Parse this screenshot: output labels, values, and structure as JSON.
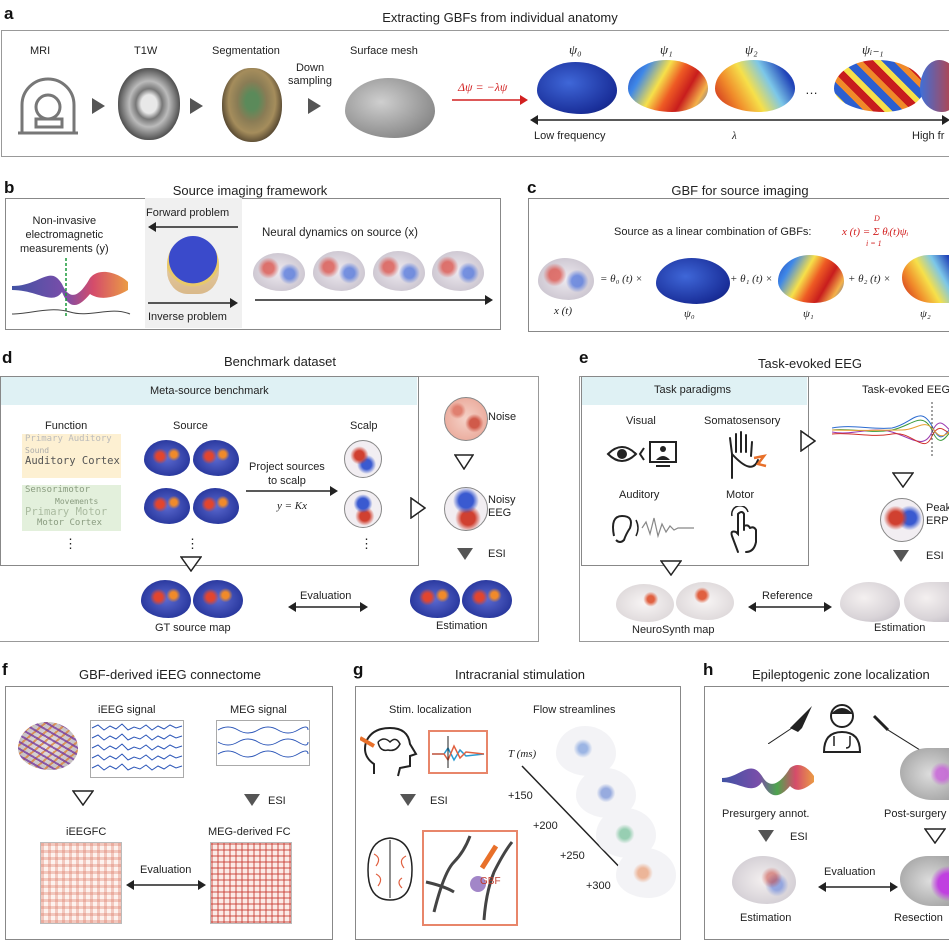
{
  "panel_a": {
    "letter": "a",
    "title": "Extracting GBFs from individual anatomy",
    "mri": "MRI",
    "t1w": "T1W",
    "seg": "Segmentation",
    "down": "Down\nsampling",
    "mesh": "Surface mesh",
    "eq": "Δψ = −λψ",
    "psi0": "ψ₀",
    "psi1": "ψ₁",
    "psi2": "ψ₂",
    "psii": "ψᵢ₋₁",
    "dots": "…",
    "low": "Low frequency",
    "lambda": "λ",
    "high": "High fr"
  },
  "panel_b": {
    "letter": "b",
    "title": "Source imaging framework",
    "meas": "Non-invasive\nelectromagnetic\nmeasurements (y)",
    "fwd": "Forward problem",
    "inv": "Inverse problem",
    "neural": "Neural dynamics on source (x)"
  },
  "panel_c": {
    "letter": "c",
    "title": "GBF for source imaging",
    "desc": "Source as a linear combination of GBFs:",
    "eq": "x (t) = Σ θᵢ(t)ψᵢ",
    "eq_top": "D",
    "eq_bot": "i = 1",
    "xt": "x (t)",
    "t0": "= θ₀ (t) ×",
    "t1": "+ θ₁ (t) ×",
    "t2": "+ θ₂ (t) ×",
    "p0": "ψ₀",
    "p1": "ψ₁",
    "p2": "ψ₂"
  },
  "panel_d": {
    "letter": "d",
    "title": "Benchmark dataset",
    "box": "Meta-source benchmark",
    "function": "Function",
    "source": "Source",
    "scalp": "Scalp",
    "words1": [
      "Primary Auditory",
      "Sound",
      "Auditory Cortex"
    ],
    "words2": [
      "Sensorimotor",
      "Movements",
      "Primary Motor",
      "Motor Cortex"
    ],
    "project": "Project sources\nto scalp",
    "yeq": "y = Kx",
    "noise": "Noise",
    "noisy": "Noisy\nEEG",
    "esi": "ESI",
    "evaluation": "Evaluation",
    "gt": "GT source map",
    "estimation": "Estimation",
    "vdots": "⋮"
  },
  "panel_e": {
    "letter": "e",
    "title": "Task-evoked EEG",
    "box": "Task paradigms",
    "visual": "Visual",
    "somato": "Somatosensory",
    "auditory": "Auditory",
    "motor": "Motor",
    "teeg": "Task-evoked EEG",
    "peak": "Peak\nERPs",
    "esi": "ESI",
    "reference": "Reference",
    "neurosynth": "NeuroSynth map",
    "estimation": "Estimation"
  },
  "panel_f": {
    "letter": "f",
    "title": "GBF-derived iEEG connectome",
    "ieeg": "iEEG signal",
    "meg": "MEG signal",
    "esi": "ESI",
    "ieegfc": "iEEGFC",
    "megfc": "MEG-derived FC",
    "evaluation": "Evaluation"
  },
  "panel_g": {
    "letter": "g",
    "title": "Intracranial stimulation",
    "stim": "Stim. localization",
    "flow": "Flow streamlines",
    "t": "T (ms)",
    "esi": "ESI",
    "gbf": "GBF",
    "times": [
      "+150",
      "+200",
      "+250",
      "+300"
    ]
  },
  "panel_h": {
    "letter": "h",
    "title": "Epileptogenic zone localization",
    "pre": "Presurgery annot.",
    "post": "Post-surgery",
    "esi": "ESI",
    "evaluation": "Evaluation",
    "estimation": "Estimation",
    "resection": "Resection"
  },
  "colors": {
    "accent_red": "#d22020",
    "box_teal": "#dff1f4",
    "gray_box": "#efefef",
    "brain_blue": "#1a2f9a"
  }
}
